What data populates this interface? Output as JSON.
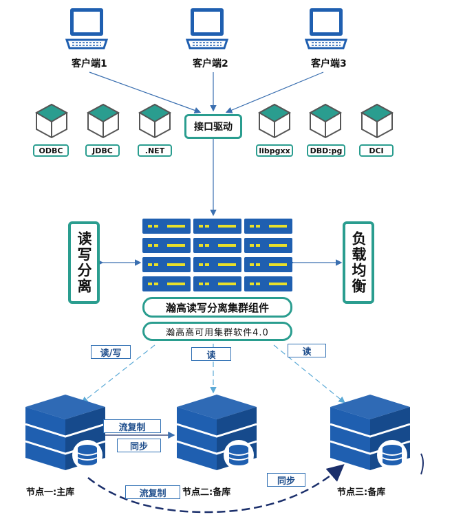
{
  "clients": [
    {
      "label": "客户端1",
      "icon": "laptop-icon"
    },
    {
      "label": "客户端2",
      "icon": "laptop-icon"
    },
    {
      "label": "客户端3",
      "icon": "laptop-icon"
    }
  ],
  "interface_driver": "接口驱动",
  "drivers": [
    "ODBC",
    "JDBC",
    ".NET",
    "libpgxx",
    "DBD:pg",
    "DCI"
  ],
  "left_box": "读写分离",
  "right_box": "负载均衡",
  "cluster_component": "瀚高读写分离集群组件",
  "cluster_software": "瀚高高可用集群软件4.0",
  "flows": {
    "read_write": "读/写",
    "read_mid": "读",
    "read_right": "读",
    "stream_replication_top": "流复制",
    "sync_top": "同步",
    "stream_replication_bottom": "流复制",
    "sync_bottom": "同步"
  },
  "nodes": [
    {
      "label": "节点一:主库"
    },
    {
      "label": "节点二:备库"
    },
    {
      "label": "节点三:备库"
    }
  ],
  "colors": {
    "teal": "#2a9d8f",
    "blue": "#1f5fb0",
    "dark_navy": "#1b2f6b",
    "yellow": "#e8e02a",
    "arrow_blue": "#3a6fb0"
  }
}
